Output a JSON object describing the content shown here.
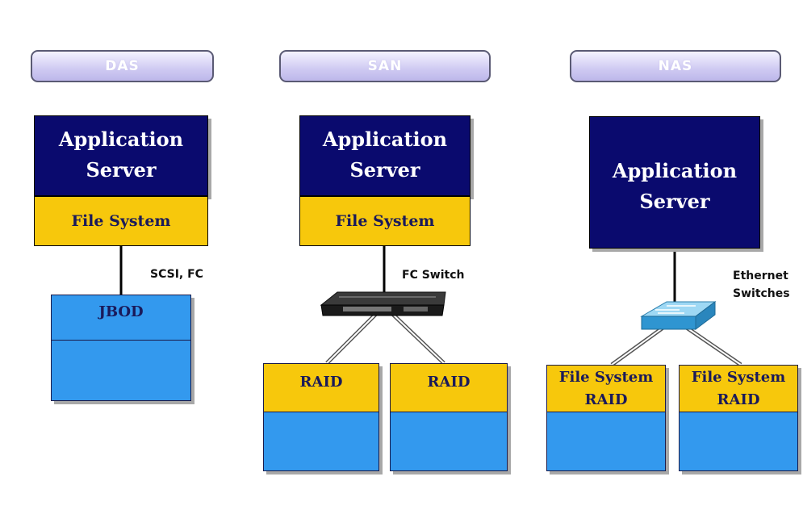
{
  "labels": {
    "das": "DAS",
    "san": "SAN",
    "nas": "NAS"
  },
  "das": {
    "server": "Application\nServer",
    "file_system": "File System",
    "link_label": "SCSI, FC",
    "storage": "JBOD"
  },
  "san": {
    "server": "Application\nServer",
    "file_system": "File System",
    "switch_label": "FC Switch",
    "raid_left": "RAID",
    "raid_right": "RAID"
  },
  "nas": {
    "server": "Application\nServer",
    "switch_label": "Ethernet\nSwitches",
    "raid_left": "File System\nRAID",
    "raid_right": "File System\nRAID"
  },
  "colors": {
    "server": "#0a0a6e",
    "file_system": "#f7c80c",
    "storage": "#3399ee",
    "disk": "#22cc88",
    "pill": "#cfcaf2",
    "switch_ethernet": "#4fb6e8",
    "switch_fc": "#222222"
  },
  "icons": [
    "disk-cylinder-icon",
    "fc-switch-icon",
    "ethernet-switch-icon"
  ]
}
